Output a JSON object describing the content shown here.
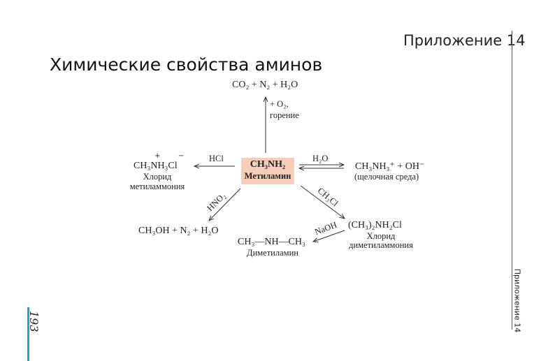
{
  "header": {
    "appendix": "Приложение 14",
    "title": "Химические свойства аминов"
  },
  "side": {
    "appendix_vertical": "Приложение 14",
    "page_number": "193"
  },
  "diagram": {
    "center": {
      "formula": "CH₃NH₂",
      "name": "Метиламин"
    },
    "combustion": {
      "product": "CO₂ + N₂ + H₂O",
      "reagent": "+ O₂,",
      "condition": "горение"
    },
    "hcl": {
      "reagent": "HCl",
      "product": "CH₃NH₃Cl",
      "charges": "+        −",
      "name1": "Хлорид",
      "name2": "метиламмония"
    },
    "water": {
      "reagent": "H₂O",
      "product": "CH₃NH₃⁺ + OH⁻",
      "note": "(щелочная среда)"
    },
    "nitrous": {
      "reagent": "HNO₂",
      "product": "CH₃OH + N₂ + H₂O"
    },
    "methylchloride": {
      "reagent": "CH₃Cl",
      "product": "(CH₃)₂NH₂Cl",
      "name1": "Хлорид",
      "name2": "диметиламмония"
    },
    "naoh": {
      "reagent": "NaOH",
      "product": "CH₃—NH—CH₃",
      "name": "Диметиламин"
    }
  },
  "colors": {
    "highlight": "#f6cdb8",
    "accent": "#1aa3e0"
  }
}
